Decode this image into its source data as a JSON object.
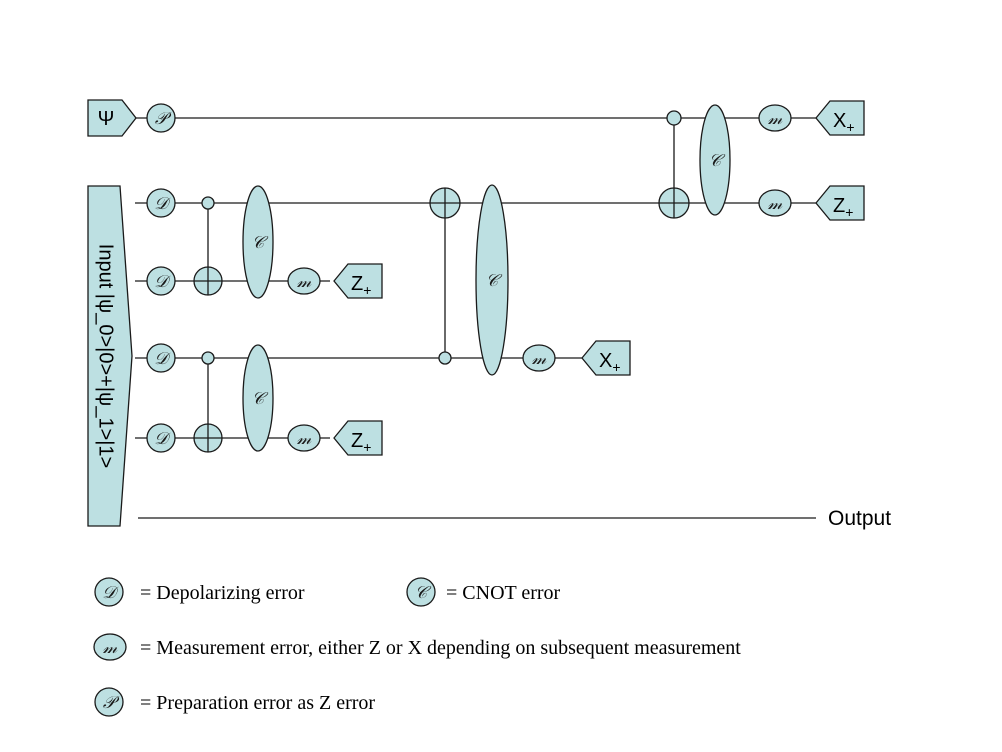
{
  "input_states": {
    "psi": "Ψ",
    "encoded": "Input |ψ_0>|0>+|ψ_1>|1>"
  },
  "gate_symbols": {
    "depolarizing": "𝒟",
    "cnot": "𝒞",
    "measurement": "𝓂",
    "preparation": "𝒫"
  },
  "measurements": {
    "top_x": {
      "basis": "X",
      "sign": "+"
    },
    "top_z": {
      "basis": "Z",
      "sign": "+"
    },
    "mid_z1": {
      "basis": "Z",
      "sign": "+"
    },
    "mid_x": {
      "basis": "X",
      "sign": "+"
    },
    "mid_z2": {
      "basis": "Z",
      "sign": "+"
    }
  },
  "output_label": "Output",
  "legend": {
    "depolarizing": "= Depolarizing error",
    "cnot": "= CNOT error",
    "measurement": "= Measurement error, either Z or X depending on subsequent measurement",
    "preparation": "= Preparation error as Z error"
  },
  "colors": {
    "gate_fill": "#bde0e2",
    "stroke": "#1a1a1a"
  }
}
